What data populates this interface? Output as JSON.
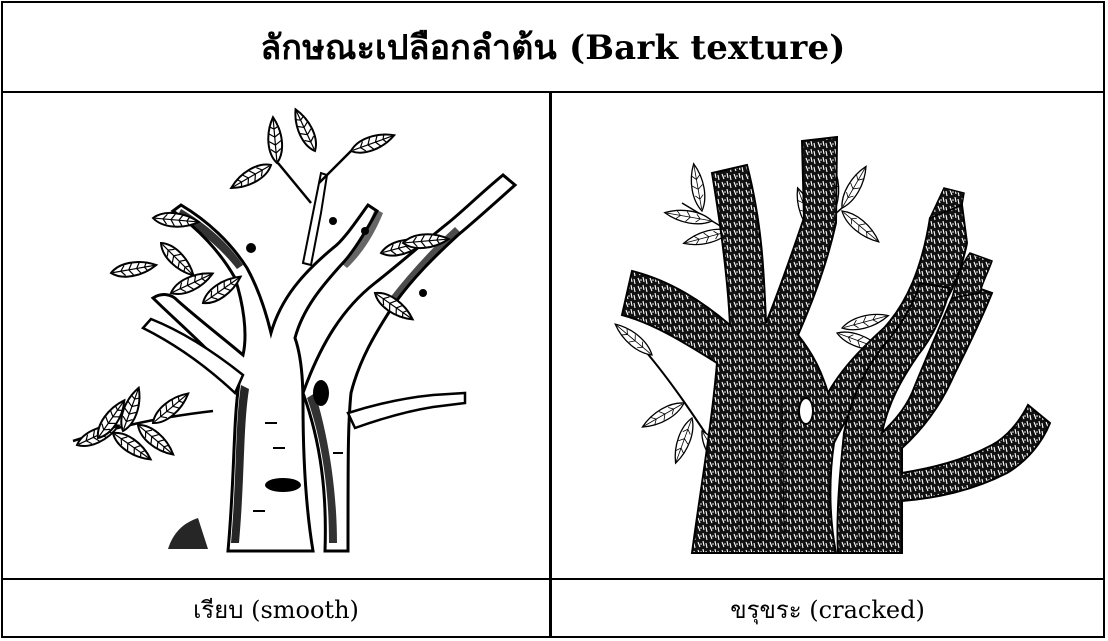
{
  "table": {
    "title": "ลักษณะเปลือกลำต้น (Bark texture)",
    "columns": [
      {
        "caption": "เรียบ (smooth)",
        "illustration": "smooth-bark-tree"
      },
      {
        "caption": "ขรุขระ (cracked)",
        "illustration": "cracked-bark-tree"
      }
    ]
  }
}
